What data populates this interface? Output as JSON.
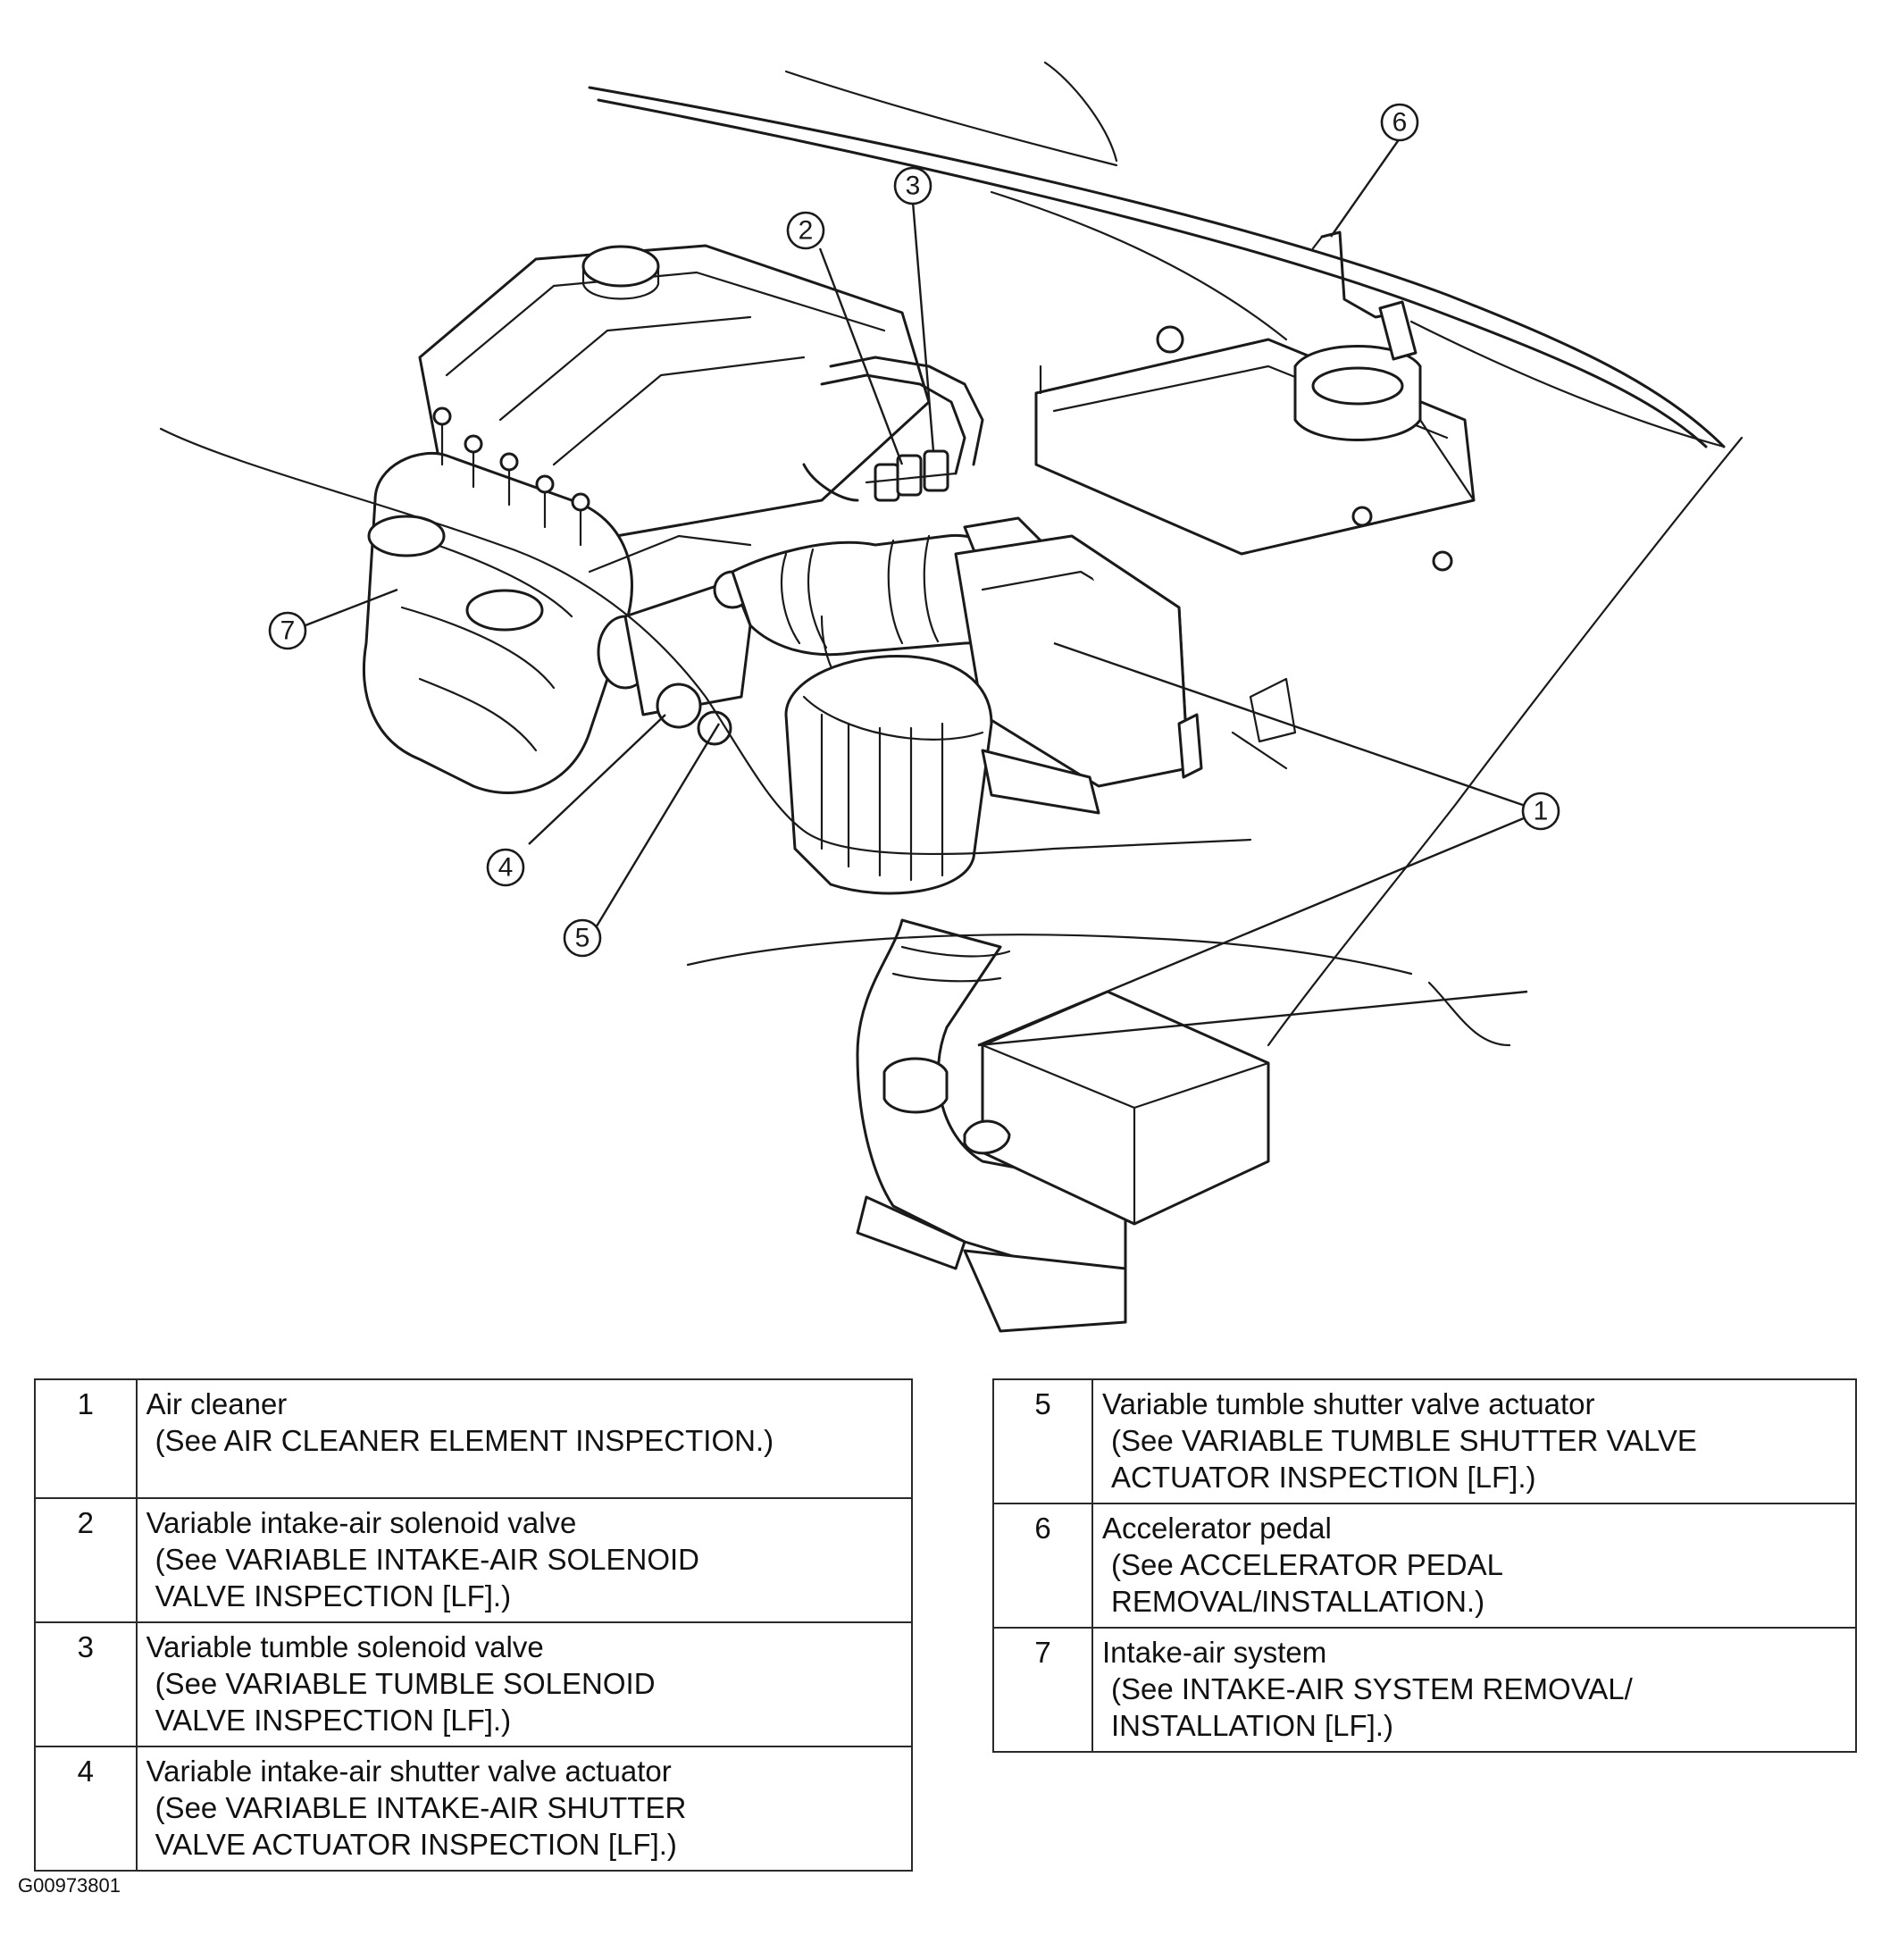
{
  "figure_id": "G00973801",
  "callouts": [
    "1",
    "2",
    "3",
    "4",
    "5",
    "6",
    "7"
  ],
  "legend": {
    "left": [
      {
        "num": "1",
        "name": "Air cleaner",
        "ref": "(See AIR CLEANER ELEMENT INSPECTION.)"
      },
      {
        "num": "2",
        "name": "Variable intake-air solenoid valve",
        "ref": "(See VARIABLE INTAKE-AIR SOLENOID\nVALVE INSPECTION [LF].)"
      },
      {
        "num": "3",
        "name": "Variable tumble solenoid valve",
        "ref": "(See VARIABLE TUMBLE SOLENOID\nVALVE INSPECTION [LF].)"
      },
      {
        "num": "4",
        "name": "Variable intake-air shutter valve actuator",
        "ref": "(See VARIABLE INTAKE-AIR SHUTTER\nVALVE ACTUATOR INSPECTION [LF].)"
      }
    ],
    "right": [
      {
        "num": "5",
        "name": "Variable tumble shutter valve actuator",
        "ref": "(See VARIABLE TUMBLE SHUTTER VALVE\nACTUATOR INSPECTION [LF].)"
      },
      {
        "num": "6",
        "name": "Accelerator pedal",
        "ref": "(See ACCELERATOR PEDAL\nREMOVAL/INSTALLATION.)"
      },
      {
        "num": "7",
        "name": "Intake-air system",
        "ref": "(See INTAKE-AIR SYSTEM REMOVAL/\nINSTALLATION [LF].)"
      }
    ]
  }
}
